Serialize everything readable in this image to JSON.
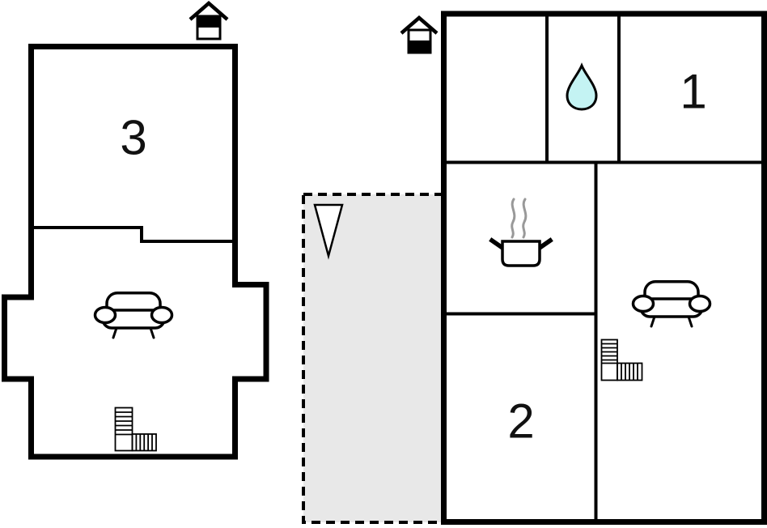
{
  "colors": {
    "wall": "#000000",
    "background": "#ffffff",
    "terrace_fill": "#e8e8e8",
    "water_drop_fill": "#c4f3f3",
    "steam_gray": "#999999",
    "label_text": "#111111"
  },
  "left_building": {
    "house_icon": "house-icon-top-half-filled",
    "room_label": "3",
    "furniture_icons": [
      "sofa-icon",
      "stairs-icon"
    ]
  },
  "terrace": {
    "icon": "north-arrow-icon"
  },
  "right_building": {
    "house_icon": "house-icon-bottom-half-filled",
    "room1_label": "1",
    "room2_label": "2",
    "feature_icons": [
      "water-drop-icon",
      "cooking-pot-icon",
      "sofa-icon",
      "stairs-icon"
    ]
  }
}
